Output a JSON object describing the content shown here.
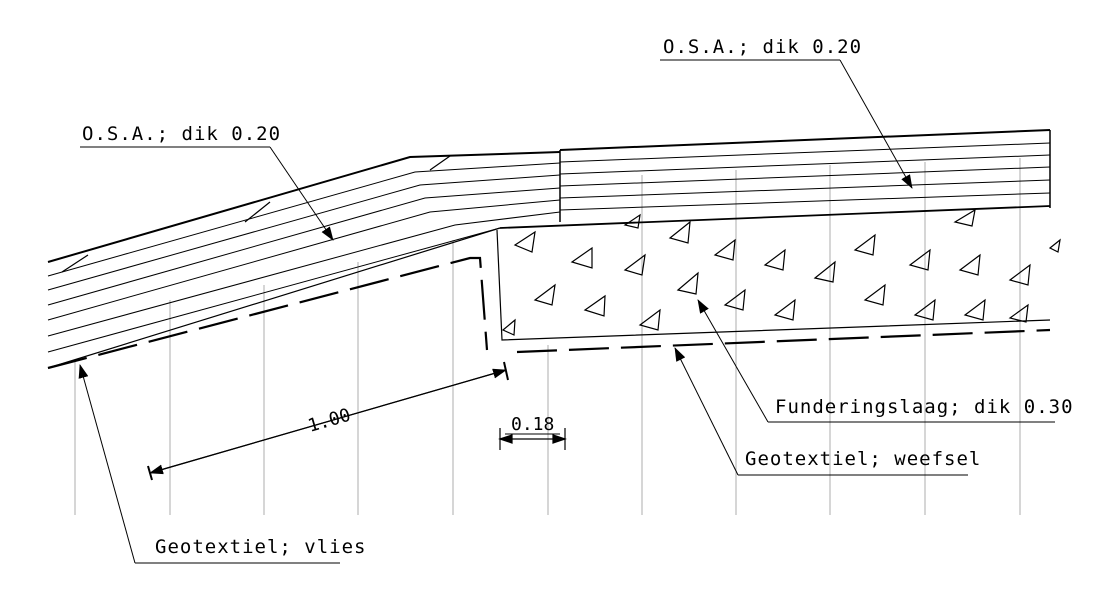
{
  "labels": {
    "osa_left": "O.S.A.; dik 0.20",
    "osa_right": "O.S.A.; dik 0.20",
    "fundering": "Funderingslaag; dik 0.30",
    "geo_weefsel": "Geotextiel; weefsel",
    "geo_vlies": "Geotextiel; vlies"
  },
  "dimensions": {
    "slope_length": "1.00",
    "gap_width": "0.18"
  }
}
